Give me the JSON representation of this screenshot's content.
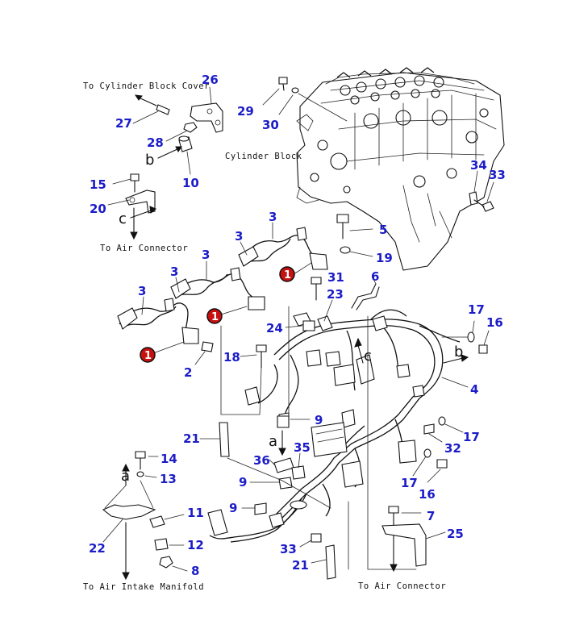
{
  "labels": {
    "to_cylinder_block_cover": "To Cylinder Block Cover",
    "cylinder_block": "Cylinder Block",
    "to_air_connector_top": "To Air Connector",
    "to_air_intake_manifold": "To Air Intake Manifold",
    "to_air_connector_bottom": "To Air Connector"
  },
  "view_refs": {
    "a": "a",
    "b": "b",
    "c": "c"
  },
  "marker_text": "1",
  "callouts": {
    "n26": "26",
    "n27": "27",
    "n28": "28",
    "n10": "10",
    "n29": "29",
    "n30": "30",
    "n15": "15",
    "n20": "20",
    "n34": "34",
    "n33a": "33",
    "n5": "5",
    "n19": "19",
    "n3a": "3",
    "n3b": "3",
    "n3c": "3",
    "n3d": "3",
    "n3e": "3",
    "n31": "31",
    "n6": "6",
    "n23": "23",
    "n24": "24",
    "n17a": "17",
    "n16a": "16",
    "n18": "18",
    "n2": "2",
    "n4": "4",
    "n9a": "9",
    "n21a": "21",
    "n35": "35",
    "n36": "36",
    "n9b": "9",
    "n32": "32",
    "n17b": "17",
    "n17c": "17",
    "n16b": "16",
    "n14": "14",
    "n13": "13",
    "n11": "11",
    "n9c": "9",
    "n7": "7",
    "n25": "25",
    "n22": "22",
    "n12": "12",
    "n33b": "33",
    "n8": "8",
    "n21b": "21"
  },
  "colors": {
    "callout": "#1c1cc8",
    "marker": "#c81010",
    "line": "#111111"
  }
}
